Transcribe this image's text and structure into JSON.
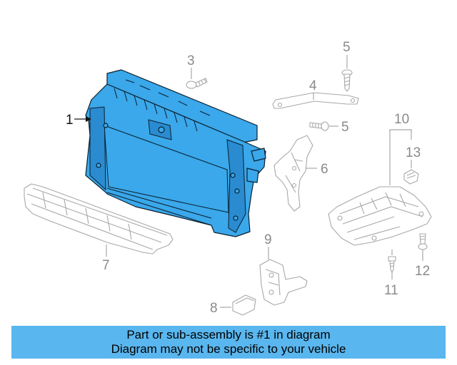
{
  "callouts": {
    "c1": "1",
    "c3": "3",
    "c4": "4",
    "c5a": "5",
    "c5b": "5",
    "c6": "6",
    "c7": "7",
    "c8": "8",
    "c9": "9",
    "c10": "10",
    "c11": "11",
    "c12": "12",
    "c13": "13"
  },
  "banner": {
    "line1": "Part or sub-assembly is #1 in diagram",
    "line2": "Diagram may not be specific to your vehicle"
  },
  "colors": {
    "highlight": "#3aa8ea",
    "banner": "#5ab6ee",
    "ghost_lines": "#a8a8a8"
  }
}
